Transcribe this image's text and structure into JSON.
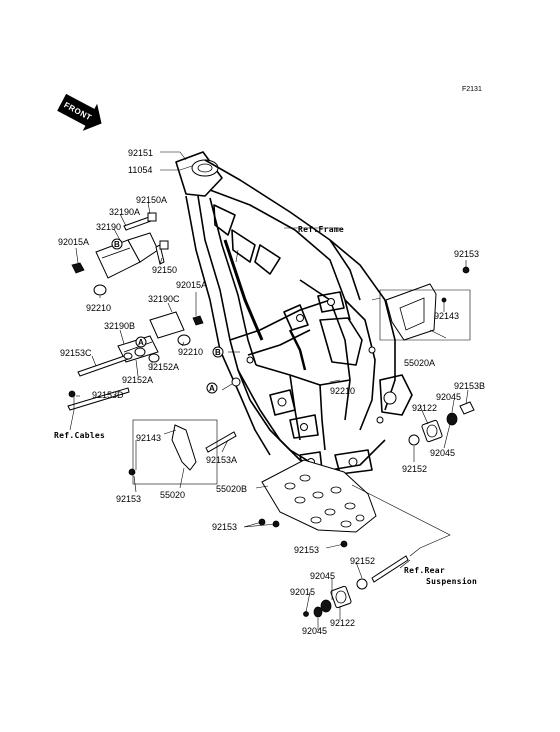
{
  "figure_code": "F2131",
  "front_label": "FRONT",
  "circle_markers": {
    "a": "A",
    "b": "B"
  },
  "references": {
    "frame": "Ref.Frame",
    "cables": "Ref.Cables",
    "rear_suspension_line1": "Ref.Rear",
    "rear_suspension_line2": "Suspension"
  },
  "part_labels": {
    "p92151": "92151",
    "p11054": "11054",
    "p92150a": "92150A",
    "p32190a": "32190A",
    "p32190": "32190",
    "p92015a_1": "92015A",
    "p92150": "92150",
    "p92210_1": "92210",
    "p92015a_2": "92015A",
    "p32190c": "32190C",
    "p32190b": "32190B",
    "p92210_2": "92210",
    "p92153c": "92153C",
    "p92152a_1": "92152A",
    "p92152a_2": "92152A",
    "p92153d": "92153D",
    "p92143_1": "92143",
    "p92153a": "92153A",
    "p92153_1": "92153",
    "p55020": "55020",
    "p92210_3": "92210",
    "p92153_2": "92153",
    "p92143_2": "92143",
    "p55020a": "55020A",
    "p92153b": "92153B",
    "p92045_1": "92045",
    "p92122_1": "92122",
    "p92045_2": "92045",
    "p92152_1": "92152",
    "p55020b": "55020B",
    "p92153_3": "92153",
    "p92153_4": "92153",
    "p92152_2": "92152",
    "p92045_3": "92045",
    "p92015": "92015",
    "p92122_2": "92122",
    "p92045_4": "92045"
  }
}
